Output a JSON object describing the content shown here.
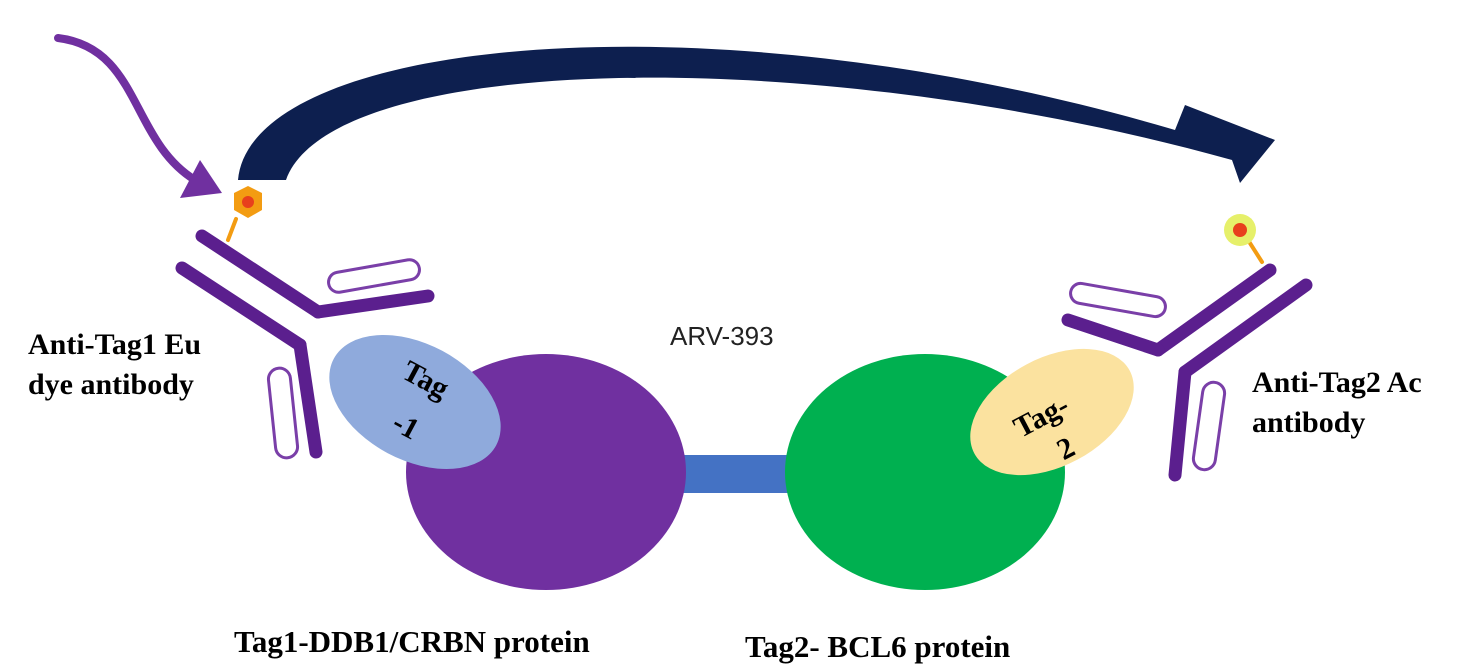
{
  "labels": {
    "left_antibody_line1": "Anti-Tag1 Eu",
    "left_antibody_line2": "dye  antibody",
    "right_antibody_line1": "Anti-Tag2 Ac",
    "right_antibody_line2": "antibody",
    "linker": "ARV-393",
    "tag1_line1": "Tag",
    "tag1_line2": "-1",
    "tag2_line1": "Tag-",
    "tag2_line2": "2",
    "left_protein": "Tag1-DDB1/CRBN protein",
    "right_protein": "Tag2- BCL6 protein"
  },
  "colors": {
    "antibody": "#5b1f8e",
    "excitation_arrow": "#7030a0",
    "fret_arrow": "#0d1f4f",
    "left_protein": "#7030a0",
    "right_protein": "#00b050",
    "linker": "#4472c4",
    "tag1": "#8faadc",
    "tag2": "#fbe29f",
    "donor_dye": "#f39c12",
    "acceptor_dye_glow": "#e6f06a",
    "dye_core": "#e8401c"
  },
  "icons": {
    "excitation": "curved-arrow-icon",
    "energy_transfer": "curved-arrow-icon",
    "antibody": "y-shaped-antibody-icon"
  }
}
